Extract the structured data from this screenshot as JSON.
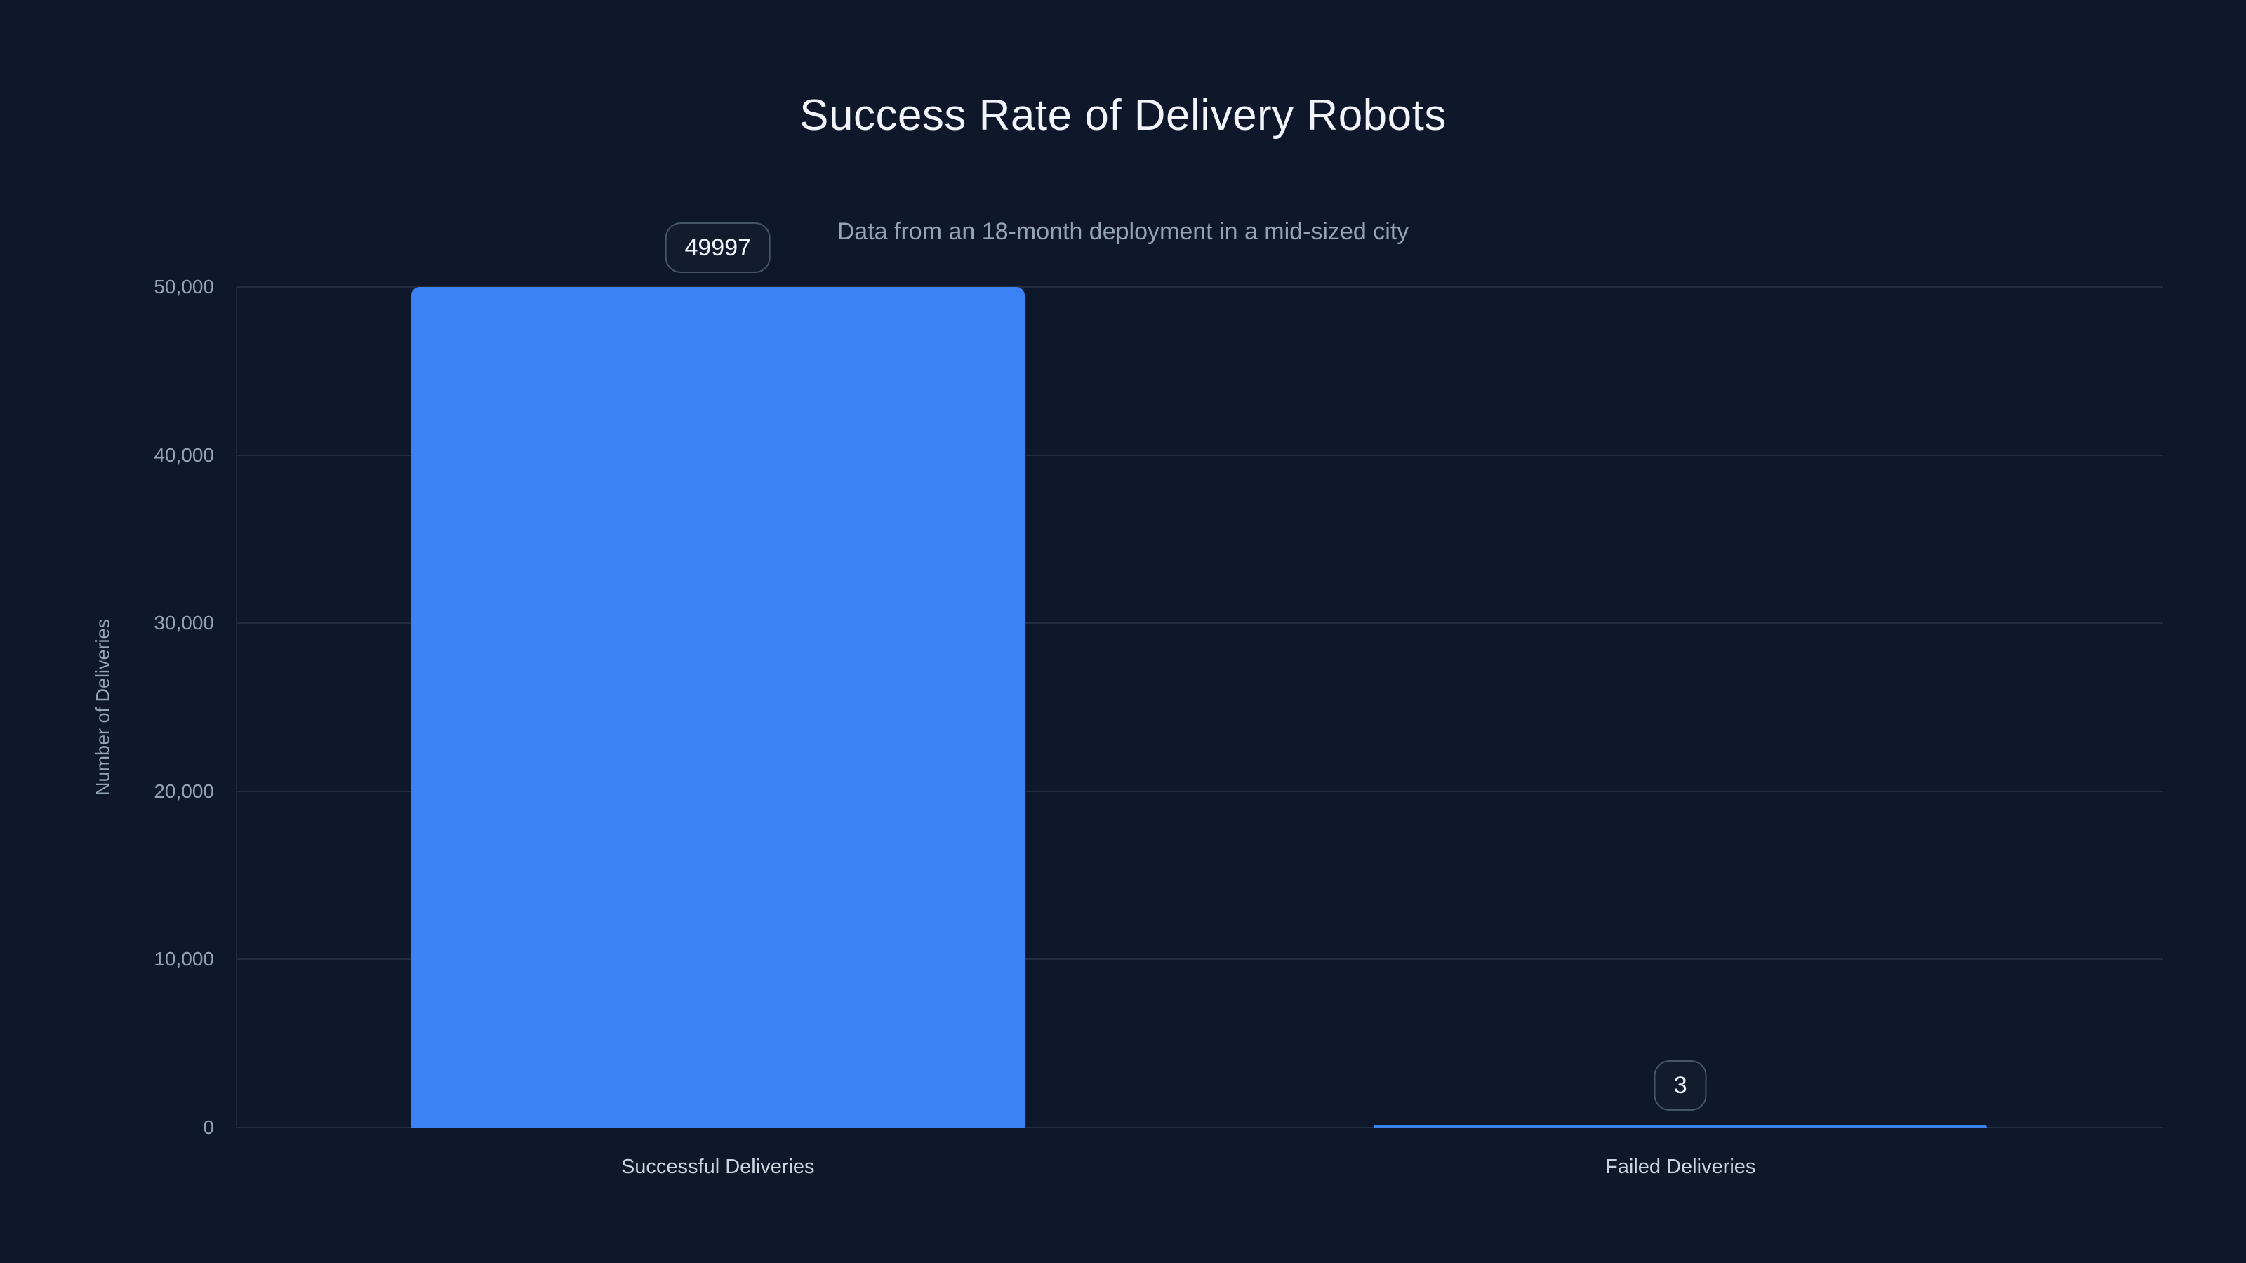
{
  "chart_data": {
    "type": "bar",
    "title": "Success Rate of Delivery Robots",
    "subtitle": "Data from an 18-month deployment in a mid-sized city",
    "xlabel": "",
    "ylabel": "Number of Deliveries",
    "categories": [
      "Successful Deliveries",
      "Failed Deliveries"
    ],
    "values": [
      49997,
      3
    ],
    "value_labels": [
      "49997",
      "3"
    ],
    "ylim": [
      0,
      50000
    ],
    "yticks": [
      0,
      10000,
      20000,
      30000,
      40000,
      50000
    ],
    "ytick_labels": [
      "0",
      "10,000",
      "20,000",
      "30,000",
      "40,000",
      "50,000"
    ],
    "grid": "horizontal",
    "legend": "none",
    "colors": {
      "background": "#0f172a",
      "bar": "#3b82f6",
      "title": "#f1f5f9",
      "subtitle": "#94a3b8",
      "tick_label": "#94a3b8",
      "category_label": "#cbd5e1",
      "gridline": "rgba(148,163,184,0.16)",
      "axis_line": "rgba(148,163,184,0.12)",
      "badge_border": "#475569",
      "badge_text": "#f1f5f9"
    }
  }
}
